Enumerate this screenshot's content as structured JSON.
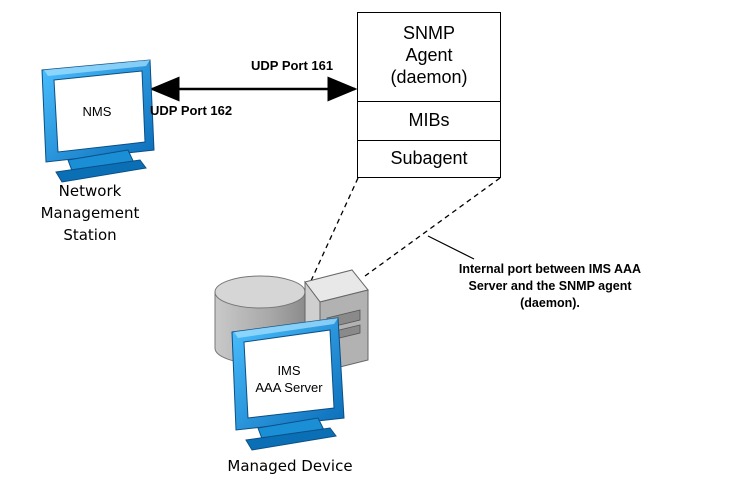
{
  "ports": {
    "udp_161": "UDP Port 161",
    "udp_162": "UDP Port 162"
  },
  "nms": {
    "screen_label": "NMS",
    "caption_lines": [
      "Network",
      "Management",
      "Station"
    ]
  },
  "agent": {
    "title_lines": [
      "SNMP",
      "Agent",
      "(daemon)"
    ],
    "mibs": "MIBs",
    "subagent": "Subagent"
  },
  "note": {
    "lines": [
      "Internal port between IMS AAA",
      "Server and the SNMP agent",
      "(daemon)."
    ]
  },
  "managed": {
    "screen_lines": [
      "IMS",
      "AAA Server"
    ],
    "caption": "Managed Device"
  },
  "colors": {
    "monitor_frame": "#1a8fd6",
    "monitor_dark": "#0b5f9c",
    "screen": "#ffffff",
    "grey": "#b8b8b8"
  }
}
